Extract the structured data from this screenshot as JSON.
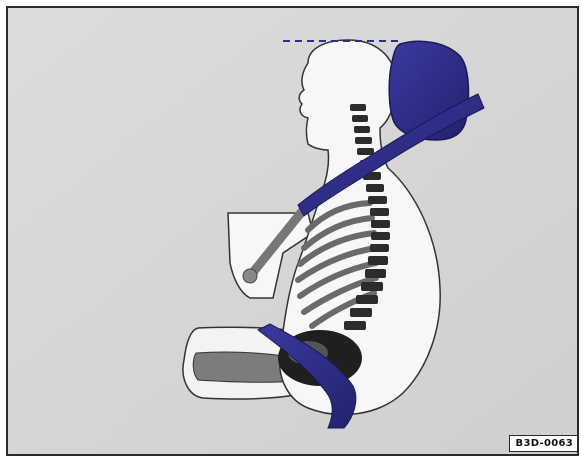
{
  "figure": {
    "code": "B3D-0063"
  },
  "colors": {
    "background": "#d9d9d9",
    "body_fill": "#f7f7f7",
    "skeleton": "#444444",
    "headrest_and_belt": "#2e2e8c",
    "seat": "#7a7a7a"
  },
  "icons": [
    "headrest",
    "seat-belt",
    "occupant-silhouette",
    "spine",
    "ribcage",
    "pelvis",
    "seat"
  ]
}
